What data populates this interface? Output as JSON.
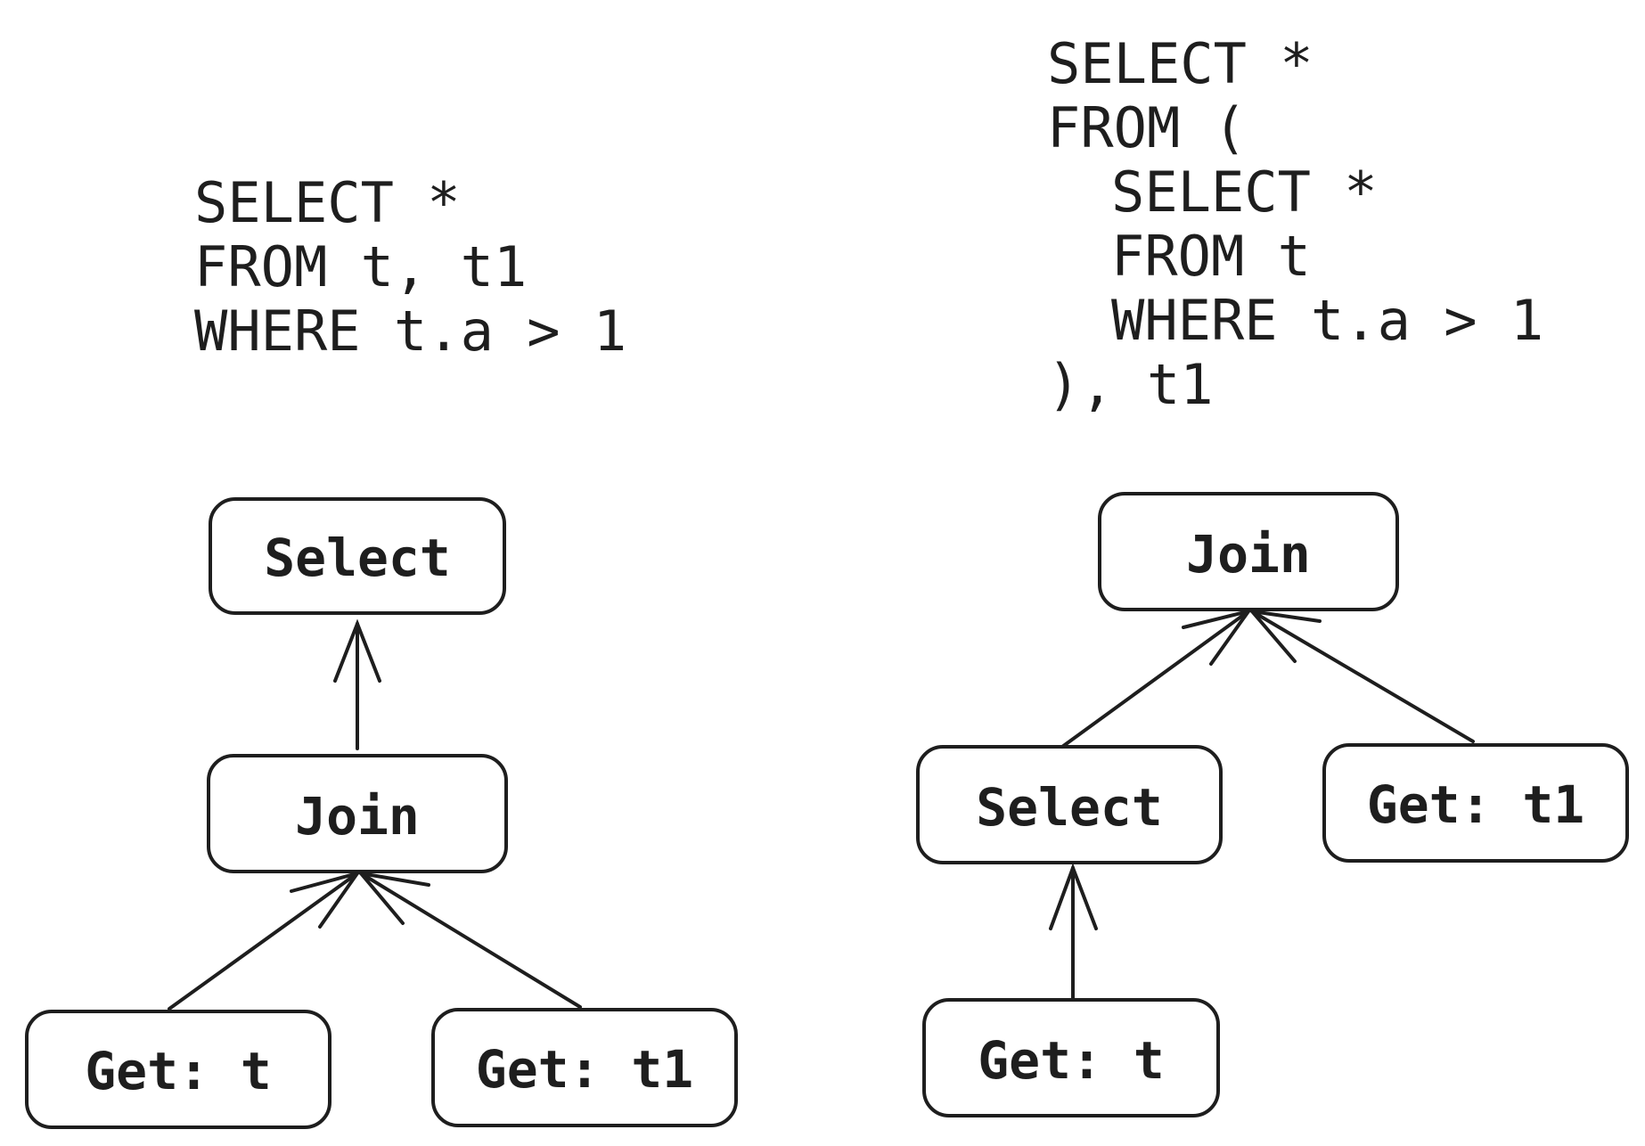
{
  "left_panel": {
    "sql_lines": [
      "SELECT *",
      "FROM t, t1",
      "WHERE t.a > 1"
    ],
    "nodes": {
      "select": "Select",
      "join": "Join",
      "get_t": "Get: t",
      "get_t1": "Get: t1"
    }
  },
  "right_panel": {
    "sql_lines": [
      "SELECT *",
      "FROM (",
      "SELECT *",
      "FROM t",
      "WHERE t.a > 1",
      "), t1"
    ],
    "nodes": {
      "join": "Join",
      "select": "Select",
      "get_t1": "Get: t1",
      "get_t": "Get: t"
    }
  }
}
